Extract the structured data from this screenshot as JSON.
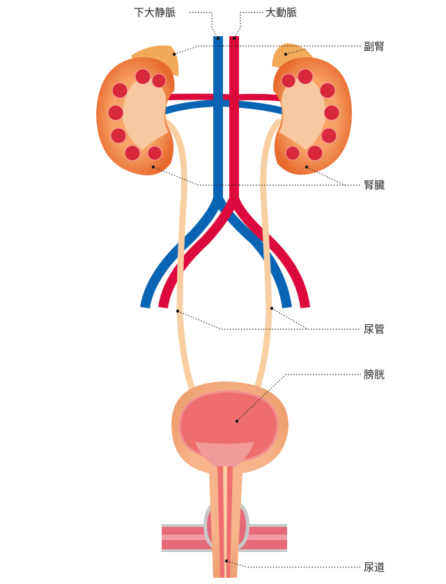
{
  "labels": {
    "inferior_vena_cava": "下大静脈",
    "aorta": "大動脈",
    "adrenal_gland": "副腎",
    "kidney": "腎臓",
    "ureter": "尿管",
    "bladder": "膀胱",
    "urethra": "尿道"
  },
  "colors": {
    "vein": "#0a64b4",
    "artery": "#dc0a3c",
    "kidney_outer": "#ec7a3c",
    "kidney_inner": "#f8c9a0",
    "adrenal": "#f2aa5a",
    "ureter": "#f9cfa2",
    "bladder": "#ee6e6e",
    "bladder_wall": "#f4ad86",
    "pelvic_muscle": "#e66a78"
  }
}
